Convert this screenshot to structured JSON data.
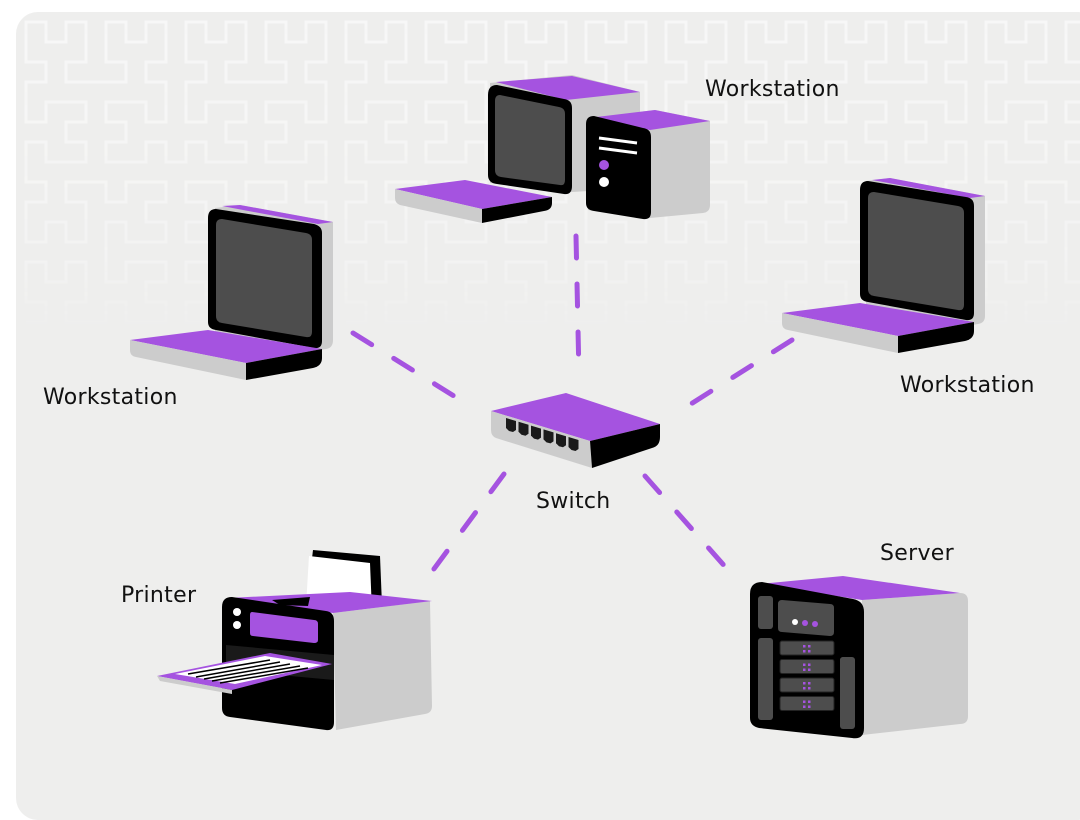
{
  "diagram": {
    "title": "",
    "colors": {
      "accent": "#a553e0",
      "background": "#eeeeed",
      "pattern": "#f6f6f6",
      "device_dark": "#000000",
      "screen": "#4d4d4d",
      "device_side": "#cccccc",
      "text": "#111111"
    },
    "nodes": [
      {
        "id": "ws-top",
        "type": "desktop-workstation",
        "label": "Workstation"
      },
      {
        "id": "ws-left",
        "type": "laptop-workstation",
        "label": "Workstation"
      },
      {
        "id": "ws-right",
        "type": "laptop-workstation",
        "label": "Workstation"
      },
      {
        "id": "switch",
        "type": "network-switch",
        "label": "Switch",
        "ports": 6
      },
      {
        "id": "printer",
        "type": "printer",
        "label": "Printer"
      },
      {
        "id": "server",
        "type": "server",
        "label": "Server",
        "drive_bays": 4
      }
    ],
    "edges": [
      {
        "from": "ws-top",
        "to": "switch",
        "style": "dashed"
      },
      {
        "from": "ws-left",
        "to": "switch",
        "style": "dashed"
      },
      {
        "from": "ws-right",
        "to": "switch",
        "style": "dashed"
      },
      {
        "from": "printer",
        "to": "switch",
        "style": "dashed"
      },
      {
        "from": "server",
        "to": "switch",
        "style": "dashed"
      }
    ]
  }
}
